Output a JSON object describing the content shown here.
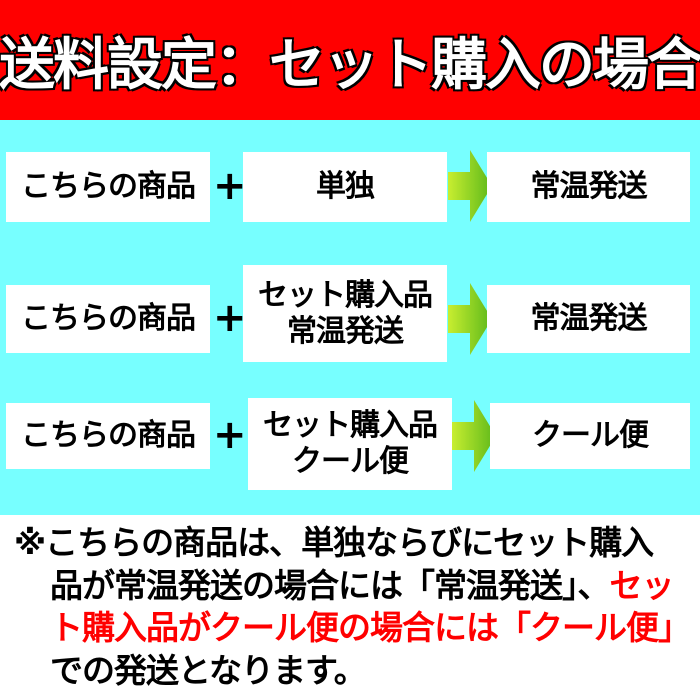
{
  "title": "送料設定：セット購入の場合",
  "colors": {
    "header": "#ff0000",
    "background": "#77ffff",
    "arrow": "#7ccc1a",
    "highlight": "#ff0000"
  },
  "rows": [
    {
      "product": "こちらの商品",
      "plus": "+",
      "combo": [
        "単独"
      ],
      "result": "常温発送"
    },
    {
      "product": "こちらの商品",
      "plus": "+",
      "combo": [
        "セット購入品",
        "常温発送"
      ],
      "result": "常温発送"
    },
    {
      "product": "こちらの商品",
      "plus": "+",
      "combo": [
        "セット購入品",
        "クール便"
      ],
      "result": "クール便"
    }
  ],
  "note": {
    "line1": "※こちらの商品は、単独ならびにセット購入",
    "line2_black": "品が常温発送の場合には「常温発送」、",
    "line2_red": "セッ",
    "line3_red": "ト購入品がクール便の場合には「クール便」",
    "line4": "での発送となります。"
  }
}
